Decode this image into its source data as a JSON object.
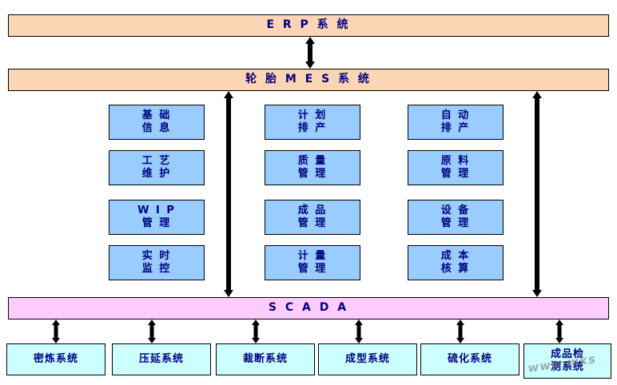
{
  "diagram": {
    "title_bars": {
      "erp": "E R P 系 统",
      "mes": "轮 胎  M E S 系 统",
      "scada": "S C A D A"
    },
    "modules": {
      "column1": [
        {
          "line1": "基 础",
          "line2": "信 息"
        },
        {
          "line1": "工 艺",
          "line2": "维 护"
        },
        {
          "line1": "W I P",
          "line2": "管 理"
        },
        {
          "line1": "实 时",
          "line2": "监 控"
        }
      ],
      "column2": [
        {
          "line1": "计 划",
          "line2": "排 产"
        },
        {
          "line1": "质 量",
          "line2": "管 理"
        },
        {
          "line1": "成 品",
          "line2": "管 理"
        },
        {
          "line1": "计 量",
          "line2": "管 理"
        }
      ],
      "column3": [
        {
          "line1": "自 动",
          "line2": "排 产"
        },
        {
          "line1": "原 料",
          "line2": "管 理"
        },
        {
          "line1": "设 备",
          "line2": "管 理"
        },
        {
          "line1": "成 本",
          "line2": "核 算"
        }
      ]
    },
    "devices": [
      {
        "label": "密炼系统"
      },
      {
        "label": "压延系统"
      },
      {
        "label": "裁断系统"
      },
      {
        "label": "成型系统"
      },
      {
        "label": "硫化系统"
      },
      {
        "label": "成品检\n测系统"
      }
    ],
    "device_last_line1": "成品检",
    "device_last_line2": "测系统",
    "watermark": "www.wks",
    "colors": {
      "bar_orange": "#fcd5b4",
      "bar_pink": "#ffccff",
      "module_blue": "#99ccff",
      "leaf_cyan": "#ccffff",
      "text_navy": "#000080",
      "border": "#000000"
    }
  }
}
